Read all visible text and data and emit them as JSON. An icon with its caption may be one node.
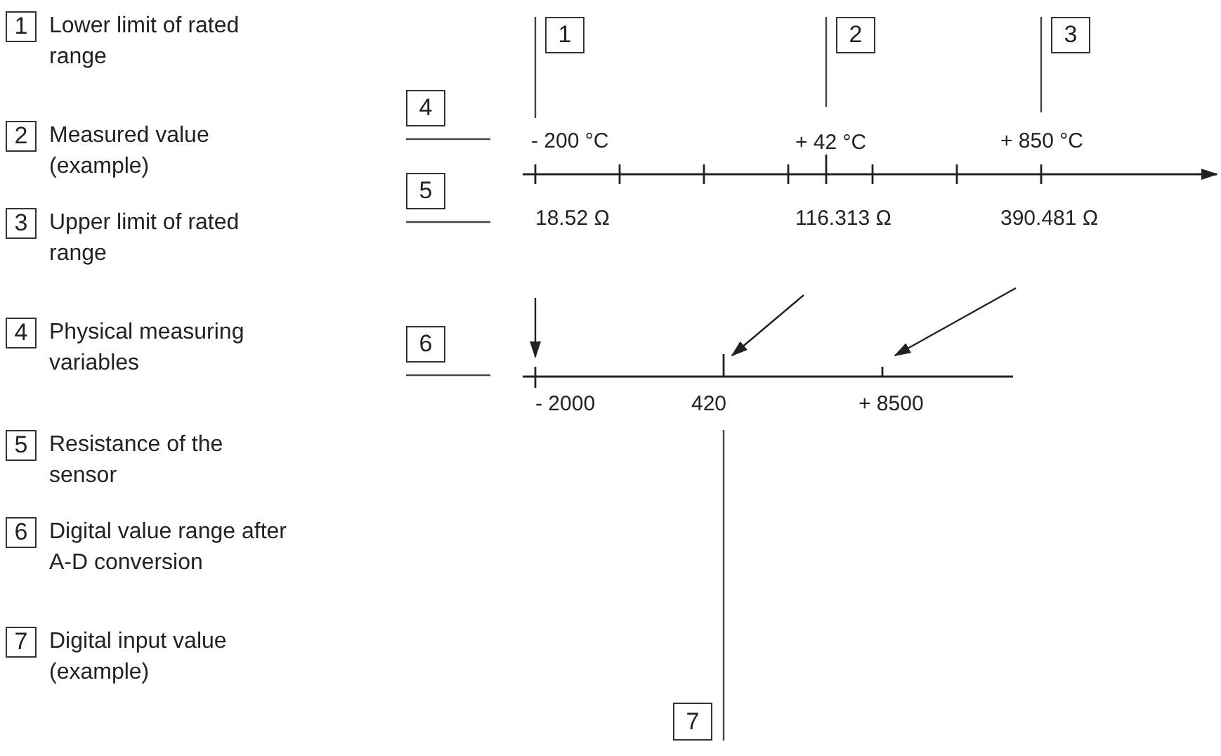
{
  "diagram": {
    "nodes": [
      {
        "text": [
          "1"
        ],
        "beside": [
          "Lower limit of rated range"
        ]
      },
      {
        "text": [
          "2"
        ],
        "beside": [
          "Measured value (example)"
        ]
      },
      {
        "text": [
          "3"
        ],
        "beside": [
          "Upper limit of rated range"
        ]
      },
      {
        "text": [
          "4"
        ],
        "beside": [
          "Physical measuring variables"
        ]
      },
      {
        "text": [
          "5"
        ],
        "beside": [
          "Resistance of the sensor"
        ]
      },
      {
        "text": [
          "6"
        ],
        "beside": [
          "Digital value range after A-D conversion"
        ]
      },
      {
        "text": [
          "7"
        ],
        "beside": [
          "Digital input value (example)"
        ]
      },
      {
        "text": [
          "1"
        ]
      },
      {
        "text": [
          "2"
        ]
      },
      {
        "text": [
          "3"
        ]
      },
      {
        "text": [
          "4"
        ]
      },
      {
        "text": [
          "5"
        ]
      },
      {
        "text": [
          "6"
        ]
      },
      {
        "text": [
          "7"
        ]
      }
    ],
    "edges": [
      {
        "from": 7,
        "to": null,
        "arrow": "none"
      },
      {
        "from": 8,
        "to": null,
        "arrow": "none"
      },
      {
        "from": 9,
        "to": null,
        "arrow": "none"
      },
      {
        "from": 10,
        "to": null,
        "arrow": "none"
      },
      {
        "from": 11,
        "to": null,
        "arrow": "none"
      },
      {
        "from": 12,
        "to": null,
        "arrow": "none"
      },
      {
        "from": 13,
        "to": null,
        "arrow": "none"
      }
    ],
    "labels": [
      "- 200 °C",
      "+ 42 °C",
      "+ 850 °C",
      "18.52 Ω",
      "116.313 Ω",
      "390.481 Ω",
      "- 2000",
      "420",
      "+ 8500"
    ]
  }
}
